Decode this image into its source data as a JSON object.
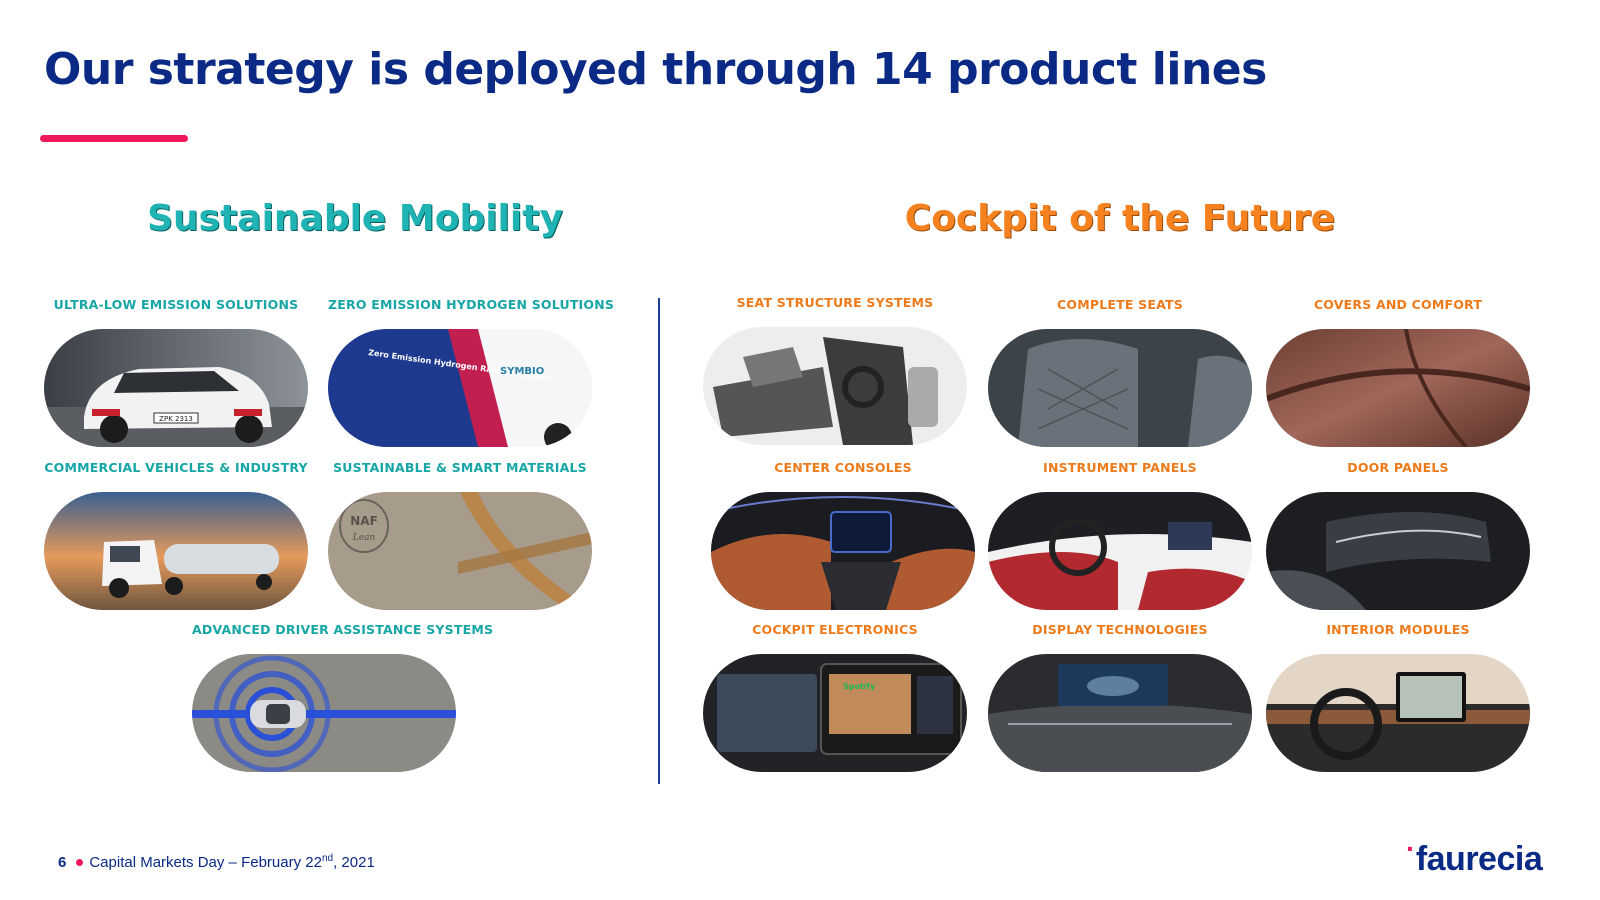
{
  "title": "Our strategy is deployed through 14 product lines",
  "sections": {
    "sustainable_mobility": "Sustainable Mobility",
    "cockpit_future": "Cockpit of the Future"
  },
  "sm_items": [
    "ULTRA-LOW EMISSION SOLUTIONS",
    "ZERO EMISSION HYDROGEN SOLUTIONS",
    "COMMERCIAL VEHICLES & INDUSTRY",
    "SUSTAINABLE & SMART MATERIALS",
    "ADVANCED DRIVER ASSISTANCE SYSTEMS"
  ],
  "cf_items": [
    "SEAT STRUCTURE SYSTEMS",
    "COMPLETE SEATS",
    "COVERS AND COMFORT",
    "CENTER CONSOLES",
    "INSTRUMENT PANELS",
    "DOOR PANELS",
    "COCKPIT ELECTRONICS",
    "DISPLAY TECHNOLOGIES",
    "INTERIOR MODULES"
  ],
  "image_text": {
    "hydrogen_van": "Zero Emission Hydrogen Range Extender",
    "symbio": "SYMBIO",
    "naf": "NAF",
    "lean": "Lean",
    "spotify": "Spotify",
    "plate": "ZPK 2313"
  },
  "footer": {
    "page": "6",
    "event": "Capital Markets Day – February 22",
    "sup": "nd",
    "year": ", 2021"
  },
  "logo": {
    "mark": "·",
    "text": "faurecia"
  },
  "colors": {
    "navy": "#0a2a85",
    "accent": "#f0185c",
    "teal": "#1fb3b3",
    "orange": "#f5821f"
  }
}
